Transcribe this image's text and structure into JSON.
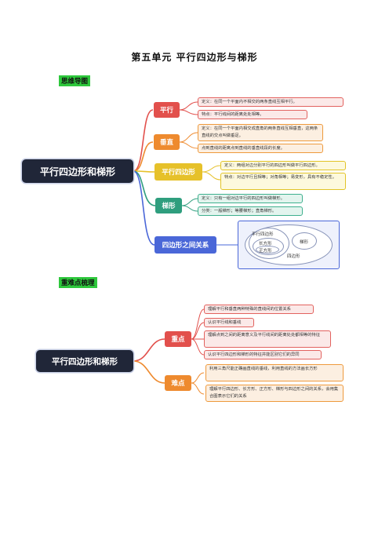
{
  "title": "第五单元  平行四边形与梯形",
  "sections": {
    "mindmap_label": "思维导图",
    "key_label": "重难点梳理"
  },
  "mindmap": {
    "root": "平行四边形和梯形",
    "branches": [
      {
        "label": "平行",
        "color": "#e2504c",
        "leaves": [
          "定义：在同一个平面内不相交的两条直线互相平行。",
          "特点：平行线间的距离处处相等。"
        ]
      },
      {
        "label": "垂直",
        "color": "#ee8a2e",
        "leaves": [
          "定义：在同一个平面内相交成直角的两条直线互相垂直，这两条直线的交点叫做垂足。",
          "点到直线的距离点到直线的垂直线段的长度。"
        ]
      },
      {
        "label": "平行四边形",
        "color": "#e6c12a",
        "leaves": [
          "定义：两组对边分别平行的四边形叫做平行四边形。",
          "特点：对边平行且相等；对角相等；易变形，具有不稳定性。"
        ]
      },
      {
        "label": "梯形",
        "color": "#2f9e7e",
        "leaves": [
          "定义：只有一组对边平行的四边形叫做梯形。",
          "分类：一般梯形；等腰梯形；直角梯形。"
        ]
      },
      {
        "label": "四边形之间关系",
        "color": "#4a67d8",
        "venn": {
          "outer": "四边形",
          "parallelogram": "平行四边形",
          "rectangle": "长方形",
          "square": "正方形",
          "trapezoid": "梯形"
        }
      }
    ]
  },
  "keymap": {
    "root": "平行四边形和梯形",
    "branches": [
      {
        "label": "重点",
        "color": "#e2504c",
        "leaves": [
          "理解平行和垂直两种特殊的直线间的位置关系",
          "认识平行线和垂线",
          "理解点到之间的距离意义及平行线间的距离处处都相等的特征",
          "认识平行四边形和梯形的特征并能区别它们的异同"
        ]
      },
      {
        "label": "难点",
        "color": "#ee8a2e",
        "leaves": [
          "利用三角尺能正确画直线的垂线，利用直线的方法画长方形",
          "理解平行四边形、长方形、正方形、梯形与四边形之间的关系，会用集合图表示它们的关系"
        ]
      }
    ]
  },
  "colors": {
    "root": "#202638",
    "section_label": "#2ec83c"
  }
}
